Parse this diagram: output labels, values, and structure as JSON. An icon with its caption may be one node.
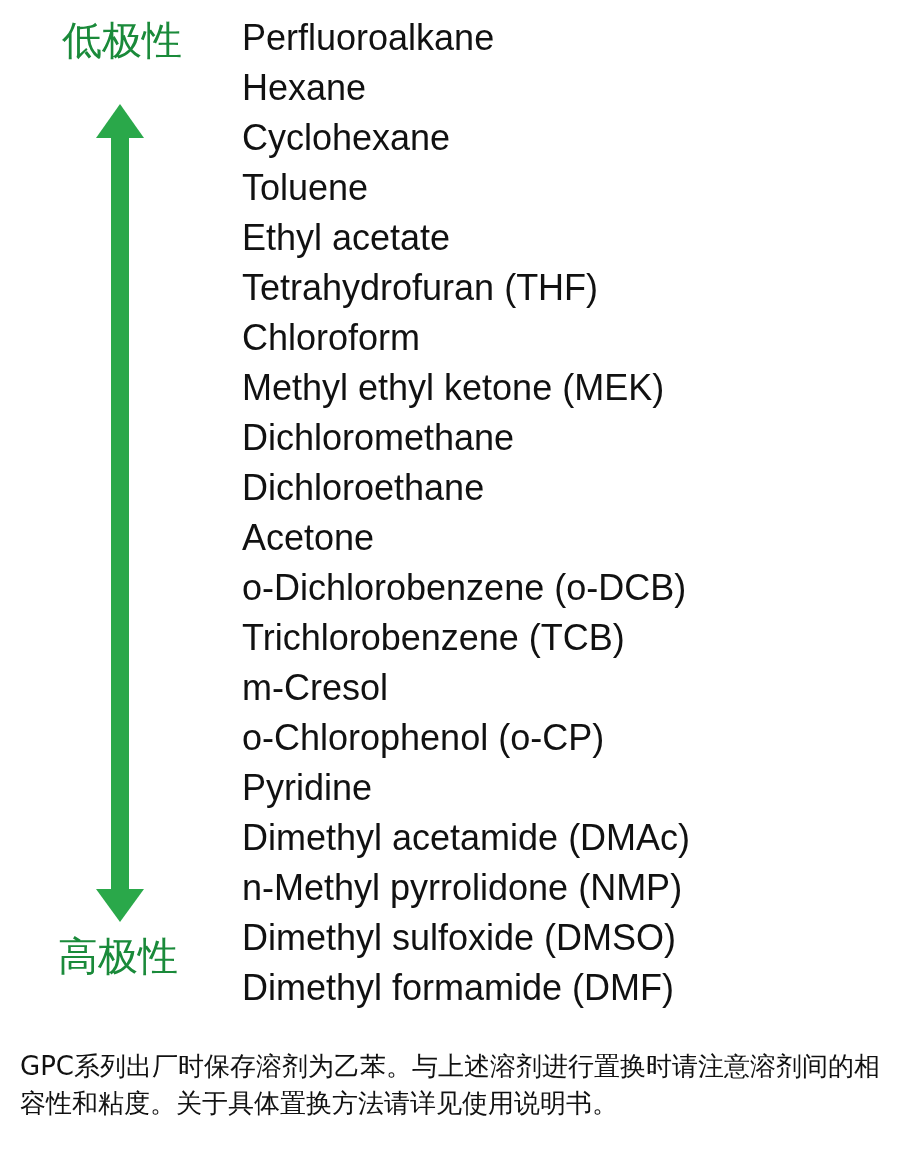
{
  "diagram": {
    "labels": [
      "低极性",
      "Perfluoroalkane",
      "Hexane",
      "Cyclohexane",
      "Toluene",
      "Ethyl acetate",
      "Tetrahydrofuran (THF)",
      "Chloroform",
      "Methyl ethyl ketone (MEK)",
      "Dichloromethane",
      "Dichloroethane",
      "Acetone",
      "o-Dichlorobenzene (o-DCB)",
      "Trichlorobenzene (TCB)",
      "m-Cresol",
      "o-Chlorophenol (o-CP)",
      "Pyridine",
      "Dimethyl acetamide (DMAc)",
      "n-Methyl pyrrolidone (NMP)",
      "Dimethyl sulfoxide (DMSO)",
      "Dimethyl formamide (DMF)",
      "高极性",
      "GPC系列出厂时保存溶剂为乙苯。与上述溶剂进行置换时请注意溶剂间的相容性和粘度。关于具体置换方法请详见使用说明书。"
    ]
  }
}
